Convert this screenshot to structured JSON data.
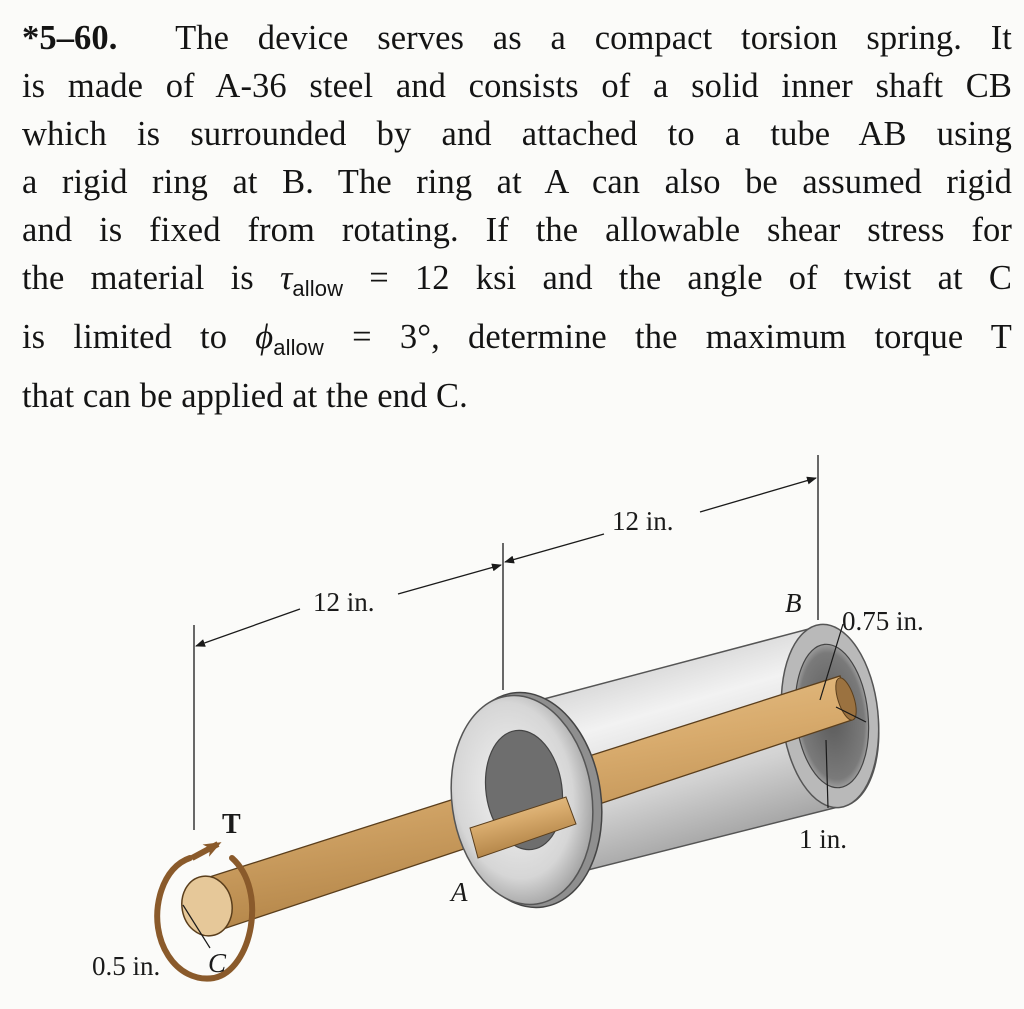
{
  "problem": {
    "number": "*5–60.",
    "line1": "The device serves as a compact torsion spring. It",
    "line2": "is made of A-36 steel and consists of a solid inner shaft CB",
    "line3": "which is surrounded by and attached to a tube AB using",
    "line4": "a rigid ring at B. The ring at A can also be assumed rigid",
    "line5": "and is fixed from rotating. If the allowable shear stress for",
    "line6_a": "the material is ",
    "tau": "τ",
    "tau_sub": "allow",
    "line6_b": " = 12 ksi and the angle of twist at C",
    "line7_a": "is limited to ",
    "phi": "ϕ",
    "phi_sub": "allow",
    "line7_b": " = 3°, determine the maximum torque T",
    "line8": "that can be applied at the end C."
  },
  "figure": {
    "dim_length_1": "12 in.",
    "dim_length_2": "12 in.",
    "label_B": "B",
    "label_A": "A",
    "label_C": "C",
    "label_T": "T",
    "tube_inner_radius": "0.75 in.",
    "tube_outer_radius": "1 in.",
    "shaft_radius": "0.5 in."
  }
}
